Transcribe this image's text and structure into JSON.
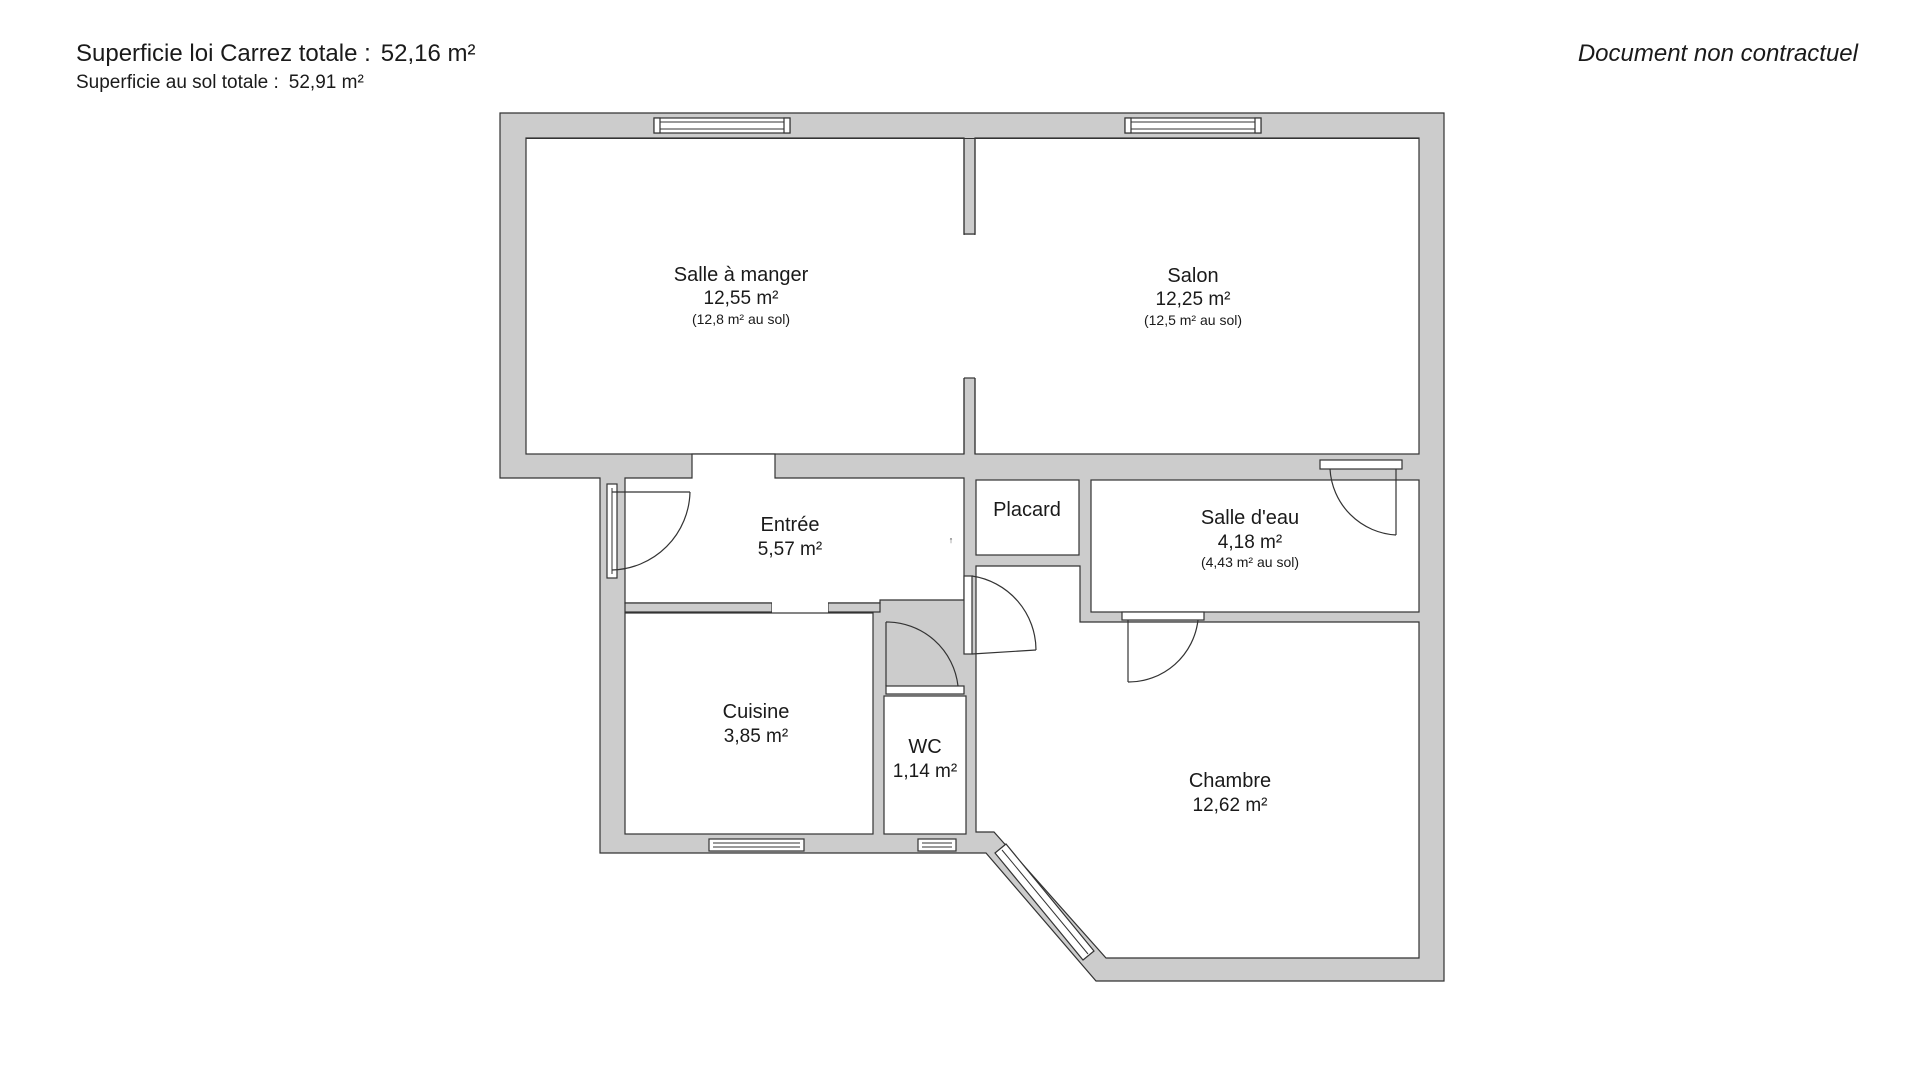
{
  "header": {
    "carrez_label": "Superficie loi Carrez totale :",
    "carrez_value": "52,16 m²",
    "sol_label": "Superficie au sol totale :",
    "sol_value": "52,91 m²",
    "disclaimer": "Document non contractuel"
  },
  "rooms": {
    "salle_a_manger": {
      "name": "Salle à manger",
      "area": "12,55 m²",
      "sol": "(12,8 m² au sol)"
    },
    "salon": {
      "name": "Salon",
      "area": "12,25 m²",
      "sol": "(12,5 m² au sol)"
    },
    "entree": {
      "name": "Entrée",
      "area": "5,57 m²"
    },
    "placard": {
      "name": "Placard"
    },
    "salle_d_eau": {
      "name": "Salle d'eau",
      "area": "4,18 m²",
      "sol": "(4,43 m² au sol)"
    },
    "cuisine": {
      "name": "Cuisine",
      "area": "3,85 m²"
    },
    "wc": {
      "name": "WC",
      "area": "1,14 m²"
    },
    "chambre": {
      "name": "Chambre",
      "area": "12,62 m²"
    }
  },
  "marker": "↑",
  "colors": {
    "wall": "#cccccc",
    "outline": "#333333",
    "room": "#ffffff"
  }
}
